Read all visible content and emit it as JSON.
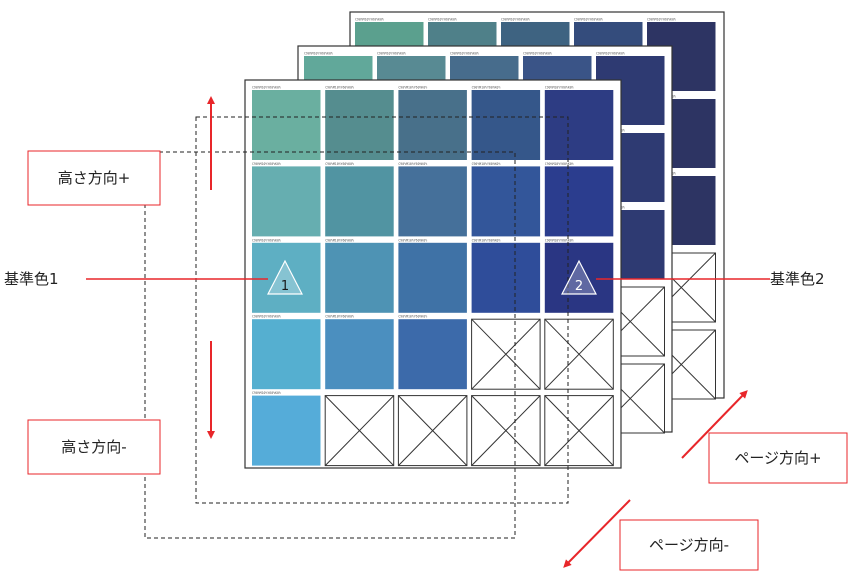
{
  "colors": {
    "accent_red": "#e8262a",
    "sheet_border": "#333333",
    "tile_gap": "#ffffff"
  },
  "labels": {
    "height_plus": "高さ方向+",
    "height_minus": "高さ方向-",
    "page_plus": "ページ方向+",
    "page_minus": "ページ方向-",
    "base_color_1": "基準色1",
    "base_color_2": "基準色2"
  },
  "markers": {
    "marker_1": "1",
    "marker_2": "2"
  },
  "patch_caption": "C90%M10%Y60%K0%",
  "sheets": [
    {
      "name": "back",
      "cols": [
        "#5ba08e",
        "#4f8089",
        "#3e6381",
        "#344c7c",
        "#2d3463"
      ],
      "col_heights": [
        1,
        1,
        1,
        1,
        3
      ]
    },
    {
      "name": "middle",
      "cols": [
        "#61a89a",
        "#588a93",
        "#476c8c",
        "#3a5487",
        "#2e3a72"
      ],
      "col_heights": [
        1,
        1,
        1,
        1,
        3
      ]
    },
    {
      "name": "front",
      "grid": [
        [
          "#6aafa0",
          "#558d8f",
          "#48708a",
          "#35578a",
          "#2d3c83"
        ],
        [
          "#66aeb0",
          "#5194a2",
          "#45709a",
          "#33569a",
          "#2b3d8e"
        ],
        [
          "#5eafc3",
          "#4e93b4",
          "#3f72a6",
          "#2f4d9a",
          "#2a3683"
        ],
        [
          "#55afd0",
          "#4b8fbf",
          "#3c6aaa",
          null,
          null
        ],
        [
          "#55acd9",
          null,
          null,
          null,
          null
        ]
      ]
    }
  ]
}
